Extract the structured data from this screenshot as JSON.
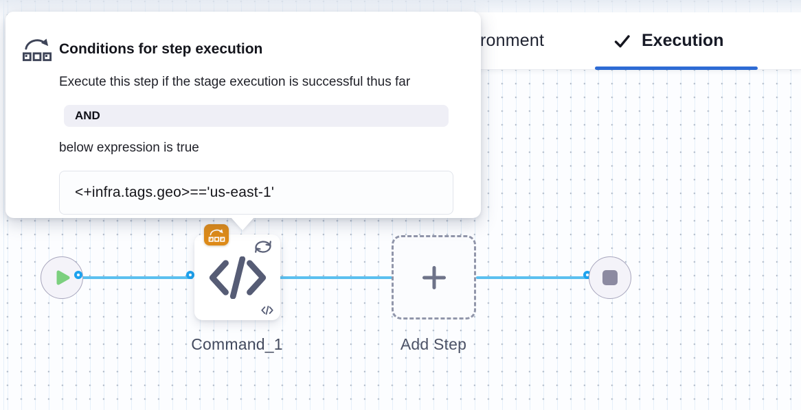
{
  "popover": {
    "icon": "conditional-execution-icon",
    "title": "Conditions for step execution",
    "description": "Execute this step if the stage execution is successful thus far",
    "operator": "AND",
    "expression_intro": "below expression is true",
    "expression": "<+infra.tags.geo>=='us-east-1'"
  },
  "tabs": {
    "left_partial": "ronment",
    "execution": "Execution"
  },
  "pipeline": {
    "step_label": "Command_1",
    "add_step_label": "Add Step"
  },
  "colors": {
    "edge-blue": "#5BC0F0",
    "port-blue": "#1DA2EE",
    "tab-underline-blue": "#2E6BD4",
    "badge-orange": "#DD8A17",
    "play-green": "#7CD07F",
    "icon-slate": "#565C75",
    "node-fill": "#F4F3F9",
    "node-border": "#A7A5BC"
  }
}
